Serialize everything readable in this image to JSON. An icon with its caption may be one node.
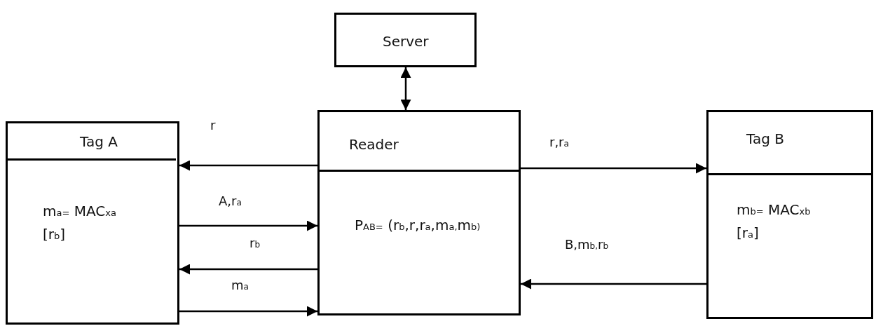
{
  "diagram": {
    "nodes": [
      {
        "text": [
          "Server"
        ]
      },
      {
        "text": [
          "Tag A",
          "m$_{a=}$ MAC$_{xa}$ [r$_{b}$]"
        ]
      },
      {
        "text": [
          "Reader",
          "P$_{AB=}$ (r$_{b}$,r,r$_{a}$,m$_{a,}$m$_{b)}$"
        ]
      },
      {
        "text": [
          "Tag B",
          "m$_{b=}$ MAC$_{xb}$ [r$_{a}$]"
        ]
      }
    ],
    "edges": [
      {
        "from": 0,
        "to": 2,
        "arrow": "both"
      },
      {
        "from": 2,
        "to": 1,
        "arrow": "to",
        "label": "r"
      },
      {
        "from": 1,
        "to": 2,
        "arrow": "to",
        "label": "A,r$_{a}$"
      },
      {
        "from": 2,
        "to": 1,
        "arrow": "to",
        "label": "r$_{b}$"
      },
      {
        "from": 1,
        "to": 2,
        "arrow": "to",
        "label": "m$_{a}$"
      },
      {
        "from": 2,
        "to": 3,
        "arrow": "to",
        "label": "r,r$_{a}$"
      },
      {
        "from": 3,
        "to": 2,
        "arrow": "to",
        "label": "B,m$_{b,}$r$_{b}$"
      }
    ]
  }
}
